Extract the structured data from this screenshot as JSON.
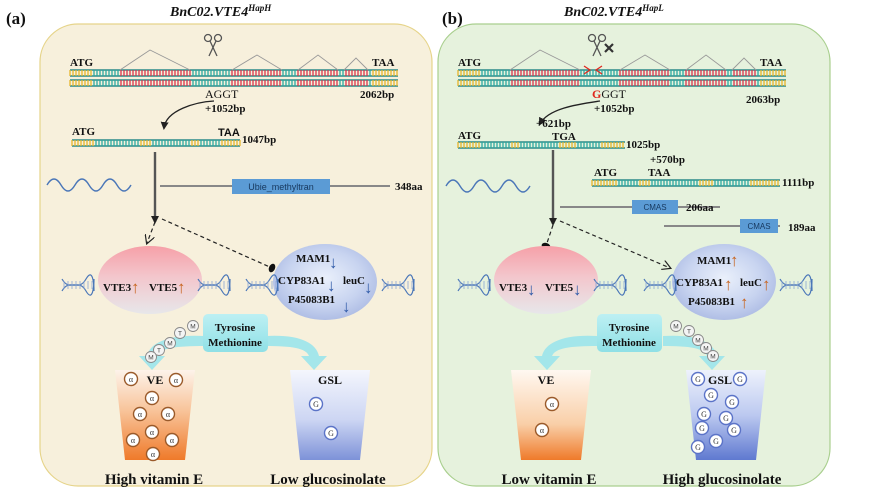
{
  "panel_a": {
    "label": "(a)",
    "gene_name": "BnC02.VTE4",
    "hap": "HapH",
    "start_codon": "ATG",
    "stop_codon": "TAA",
    "genomic_length": "2062bp",
    "variant_seq": "AGGT",
    "variant_pos": "+1052bp",
    "transcript_start": "ATG",
    "transcript_stop": "TAA",
    "transcript_length": "1047bp",
    "domain": "Ubie_methyltran",
    "protein_length": "348aa",
    "vte3": "VTE3",
    "vte5": "VTE5",
    "mam1": "MAM1",
    "cyp83a1": "CYP83A1",
    "leuc": "leuC",
    "p450": "P45083B1",
    "tyrosine": "Tyrosine",
    "methionine": "Methionine",
    "tube_left": "VE",
    "tube_right": "GSL",
    "result_left": "High vitamin E",
    "result_right": "Low glucosinolate",
    "colors": {
      "bg": "#f7f0dc",
      "border": "#e6d48a"
    }
  },
  "panel_b": {
    "label": "(b)",
    "gene_name": "BnC02.VTE4",
    "hap": "HapL",
    "start_codon": "ATG",
    "stop_codon": "TAA",
    "genomic_length": "2063bp",
    "variant_first": "G",
    "variant_rest": "GGT",
    "variant_pos": "+1052bp",
    "tr1_pos": "+621bp",
    "tr1_start": "ATG",
    "tr1_stop": "TGA",
    "tr1_length": "1025bp",
    "tr2_pos": "+570bp",
    "tr2_start": "ATG",
    "tr2_stop": "TAA",
    "tr2_length": "1111bp",
    "domain": "CMAS",
    "protein1_length": "206aa",
    "protein2_length": "189aa",
    "vte3": "VTE3",
    "vte5": "VTE5",
    "mam1": "MAM1",
    "cyp83a1": "CYP83A1",
    "leuc": "leuC",
    "p450": "P45083B1",
    "tyrosine": "Tyrosine",
    "methionine": "Methionine",
    "tube_left": "VE",
    "tube_right": "GSL",
    "result_left": "Low vitamin E",
    "result_right": "High glucosinolate",
    "colors": {
      "bg": "#e6f2dd",
      "border": "#a9cf8e"
    }
  },
  "molecule_symbols": {
    "alpha": "α",
    "glucosinolate": "G",
    "tyrosine_bead": "T",
    "methionine_bead": "M"
  },
  "colors": {
    "up_arrow": "#c8641e",
    "down_arrow": "#2f5aa8",
    "variant_red": "#e0281e",
    "domain_box": "#5b9bd5",
    "domain_text": "#17385e"
  }
}
